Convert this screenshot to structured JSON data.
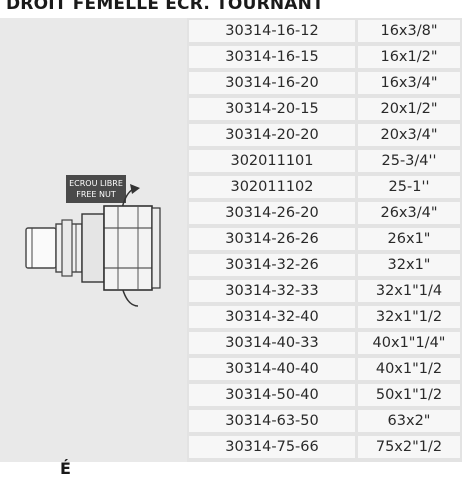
{
  "title": "DROIT FEMELLE ECR. TOURNANT",
  "nut_label": {
    "line1": "ECROU LIBRE",
    "line2": "FREE NUT"
  },
  "rows": [
    {
      "ref": "30314-16-12",
      "size": "16x3/8\""
    },
    {
      "ref": "30314-16-15",
      "size": "16x1/2\""
    },
    {
      "ref": "30314-16-20",
      "size": "16x3/4\""
    },
    {
      "ref": "30314-20-15",
      "size": "20x1/2\""
    },
    {
      "ref": "30314-20-20",
      "size": "20x3/4\""
    },
    {
      "ref": "302011101",
      "size": "25-3/4''"
    },
    {
      "ref": "302011102",
      "size": "25-1''"
    },
    {
      "ref": "30314-26-20",
      "size": "26x3/4\""
    },
    {
      "ref": "30314-26-26",
      "size": "26x1\""
    },
    {
      "ref": "30314-32-26",
      "size": "32x1\""
    },
    {
      "ref": "30314-32-33",
      "size": "32x1\"1/4"
    },
    {
      "ref": "30314-32-40",
      "size": "32x1\"1/2"
    },
    {
      "ref": "30314-40-33",
      "size": "40x1\"1/4\""
    },
    {
      "ref": "30314-40-40",
      "size": "40x1\"1/2"
    },
    {
      "ref": "30314-50-40",
      "size": "50x1\"1/2"
    },
    {
      "ref": "30314-63-50",
      "size": "63x2\""
    },
    {
      "ref": "30314-75-66",
      "size": "75x2\"1/2"
    }
  ],
  "footer_glyph": "É",
  "colors": {
    "panel": "#e9e9e9",
    "cell": "#f7f7f7",
    "grid_line": "#e3e3e3",
    "label_bg": "#4a4a4a"
  }
}
